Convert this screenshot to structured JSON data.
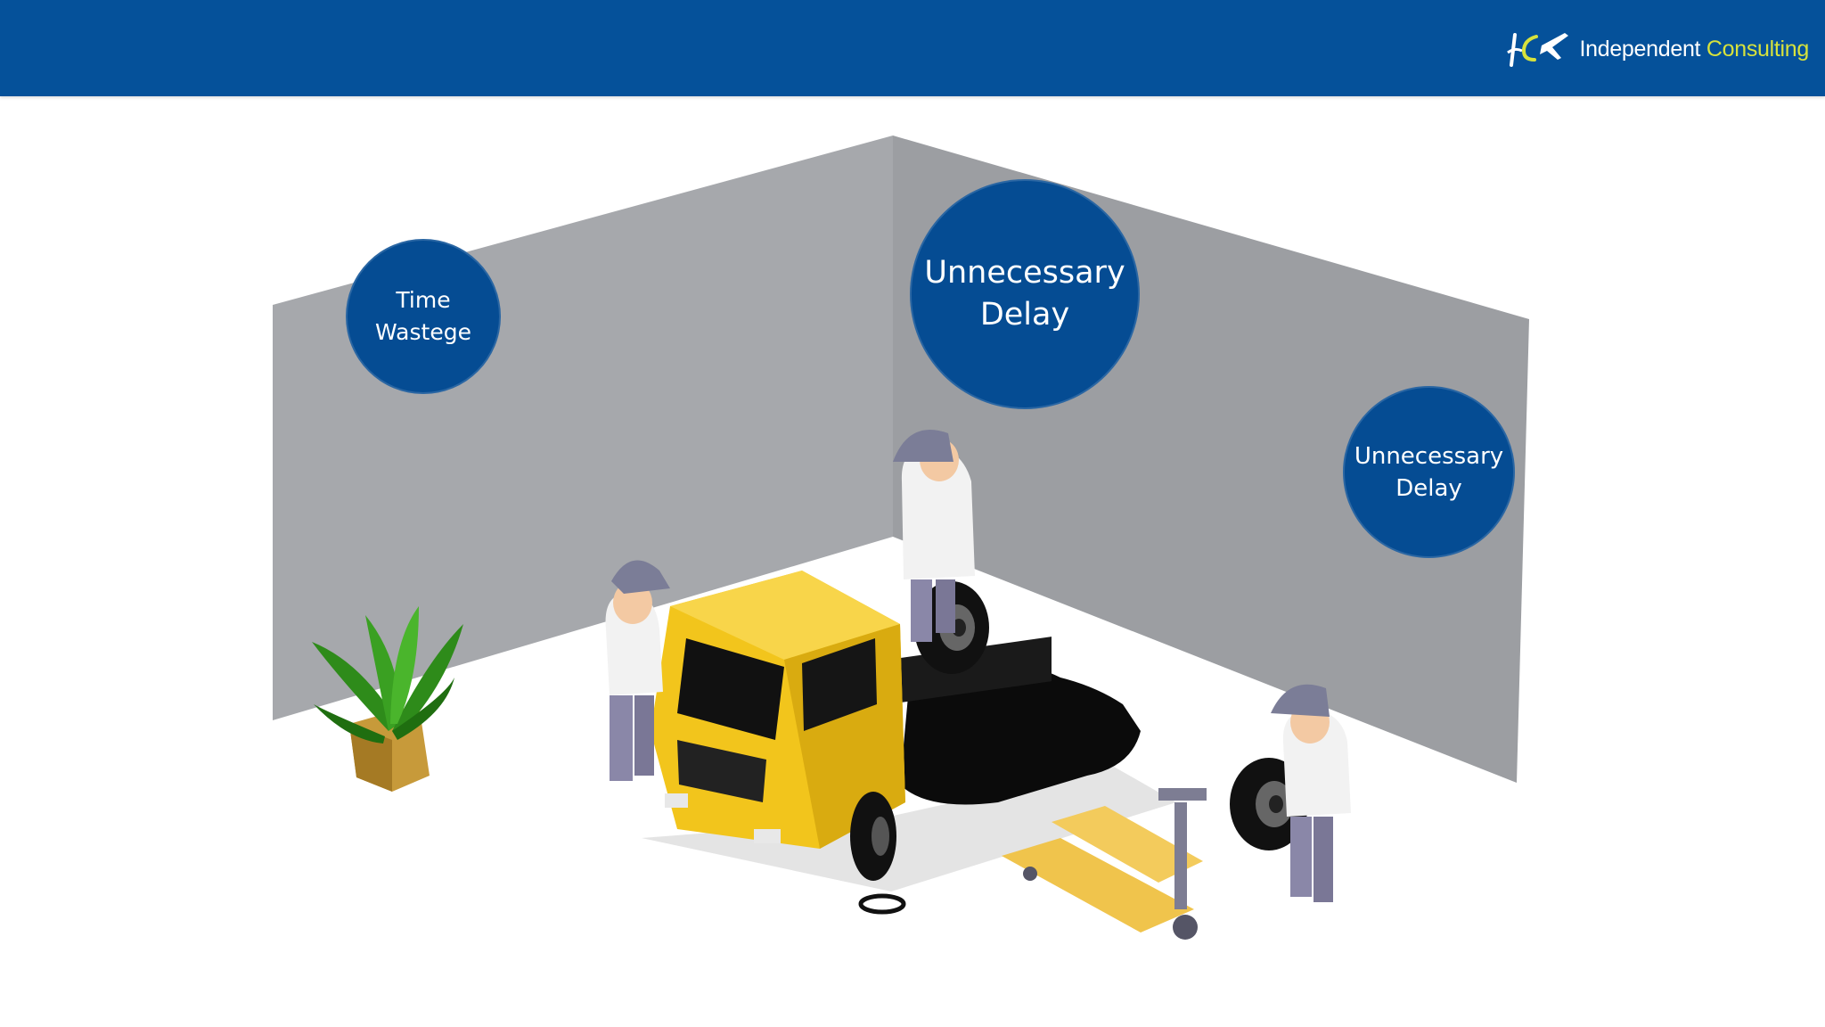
{
  "brand": {
    "name_part1": "Independent",
    "name_part2": "Consulting",
    "logo_icon": "airplane-logo-icon",
    "header_color": "#05519a",
    "accent_color": "#d7e23c"
  },
  "labels": [
    {
      "line1": "Time",
      "line2": "Wastege"
    },
    {
      "line1": "Unnecessary",
      "line2": "Delay"
    },
    {
      "line1": "Unnecessary",
      "line2": "Delay"
    }
  ],
  "colors": {
    "circle": "#054c93",
    "wall_left": "#a6a8ac",
    "wall_right": "#9c9ea2",
    "truck": "#f2c51c"
  }
}
